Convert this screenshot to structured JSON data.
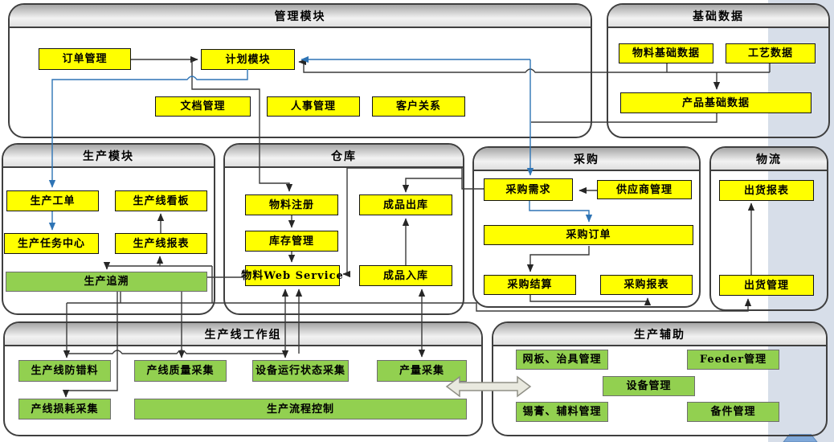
{
  "page": {
    "background": "#ffffff",
    "side_band_color": "#d7dee9",
    "corner_shape_color": "#7fa8d9"
  },
  "colors": {
    "module_yellow": "#ffff00",
    "module_green": "#92d050",
    "connector_blue": "#2e74b5",
    "connector_black": "#3a3a3a",
    "container_border": "#3f3f3f"
  },
  "containers": [
    {
      "id": "management",
      "title": "管理模块",
      "boxes": [
        {
          "id": "order",
          "label": "订单管理",
          "color": "yellow"
        },
        {
          "id": "plan",
          "label": "计划模块",
          "color": "yellow"
        },
        {
          "id": "doc",
          "label": "文档管理",
          "color": "yellow"
        },
        {
          "id": "hr",
          "label": "人事管理",
          "color": "yellow"
        },
        {
          "id": "crm",
          "label": "客户关系",
          "color": "yellow"
        }
      ]
    },
    {
      "id": "basicdata",
      "title": "基础数据",
      "boxes": [
        {
          "id": "matbase",
          "label": "物料基础数据",
          "color": "yellow"
        },
        {
          "id": "process",
          "label": "工艺数据",
          "color": "yellow"
        },
        {
          "id": "prodbase",
          "label": "产品基础数据",
          "color": "yellow"
        }
      ]
    },
    {
      "id": "production",
      "title": "生产模块",
      "boxes": [
        {
          "id": "workorder",
          "label": "生产工单",
          "color": "yellow"
        },
        {
          "id": "kanban",
          "label": "生产线看板",
          "color": "yellow"
        },
        {
          "id": "taskcenter",
          "label": "生产任务中心",
          "color": "yellow"
        },
        {
          "id": "linereport",
          "label": "生产线报表",
          "color": "yellow"
        },
        {
          "id": "trace",
          "label": "生产追溯",
          "color": "green"
        }
      ]
    },
    {
      "id": "warehouse",
      "title": "仓库",
      "boxes": [
        {
          "id": "matreg",
          "label": "物料注册",
          "color": "yellow"
        },
        {
          "id": "fgout",
          "label": "成品出库",
          "color": "yellow"
        },
        {
          "id": "inventory",
          "label": "库存管理",
          "color": "yellow"
        },
        {
          "id": "matws",
          "label": "物料Web Service",
          "color": "yellow"
        },
        {
          "id": "fgin",
          "label": "成品入库",
          "color": "yellow"
        }
      ]
    },
    {
      "id": "purchase",
      "title": "采购",
      "boxes": [
        {
          "id": "demand",
          "label": "采购需求",
          "color": "yellow"
        },
        {
          "id": "supplier",
          "label": "供应商管理",
          "color": "yellow"
        },
        {
          "id": "porder",
          "label": "采购订单",
          "color": "yellow"
        },
        {
          "id": "settle",
          "label": "采购结算",
          "color": "yellow"
        },
        {
          "id": "preport",
          "label": "采购报表",
          "color": "yellow"
        }
      ]
    },
    {
      "id": "logistics",
      "title": "物流",
      "boxes": [
        {
          "id": "shipreport",
          "label": "出货报表",
          "color": "yellow"
        },
        {
          "id": "shipmgmt",
          "label": "出货管理",
          "color": "yellow"
        }
      ]
    },
    {
      "id": "lineworkgroup",
      "title": "生产线工作组",
      "boxes": [
        {
          "id": "errproof",
          "label": "生产线防错料",
          "color": "green"
        },
        {
          "id": "quality",
          "label": "产线质量采集",
          "color": "green"
        },
        {
          "id": "equipstatus",
          "label": "设备运行状态采集",
          "color": "green"
        },
        {
          "id": "output",
          "label": "产量采集",
          "color": "green"
        },
        {
          "id": "loss",
          "label": "产线损耗采集",
          "color": "green"
        },
        {
          "id": "flowctrl",
          "label": "生产流程控制",
          "color": "green"
        }
      ]
    },
    {
      "id": "prodassist",
      "title": "生产辅助",
      "boxes": [
        {
          "id": "stencil",
          "label": "网板、治具管理",
          "color": "green"
        },
        {
          "id": "feeder",
          "label": "Feeder管理",
          "color": "green"
        },
        {
          "id": "equip",
          "label": "设备管理",
          "color": "green"
        },
        {
          "id": "solder",
          "label": "锡膏、辅料管理",
          "color": "green"
        },
        {
          "id": "spare",
          "label": "备件管理",
          "color": "green"
        }
      ]
    }
  ]
}
